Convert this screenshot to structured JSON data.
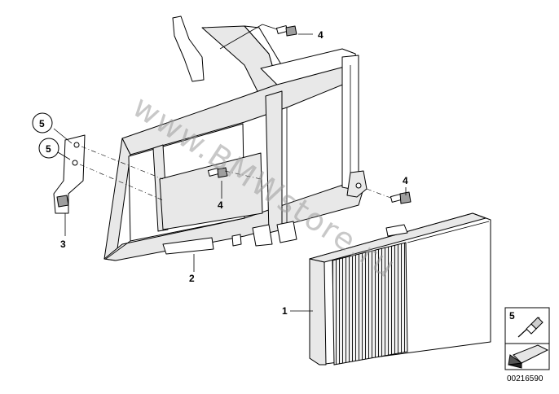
{
  "callouts": [
    {
      "id": "c1",
      "label": "1"
    },
    {
      "id": "c2",
      "label": "2"
    },
    {
      "id": "c3",
      "label": "3"
    },
    {
      "id": "c4a",
      "label": "4"
    },
    {
      "id": "c4b",
      "label": "4"
    },
    {
      "id": "c4c",
      "label": "4"
    },
    {
      "id": "c5a",
      "label": "5"
    },
    {
      "id": "c5b",
      "label": "5"
    }
  ],
  "watermark": "www.BMWstore.ru",
  "legend": {
    "label": "5"
  },
  "diagram_code": "00216590"
}
